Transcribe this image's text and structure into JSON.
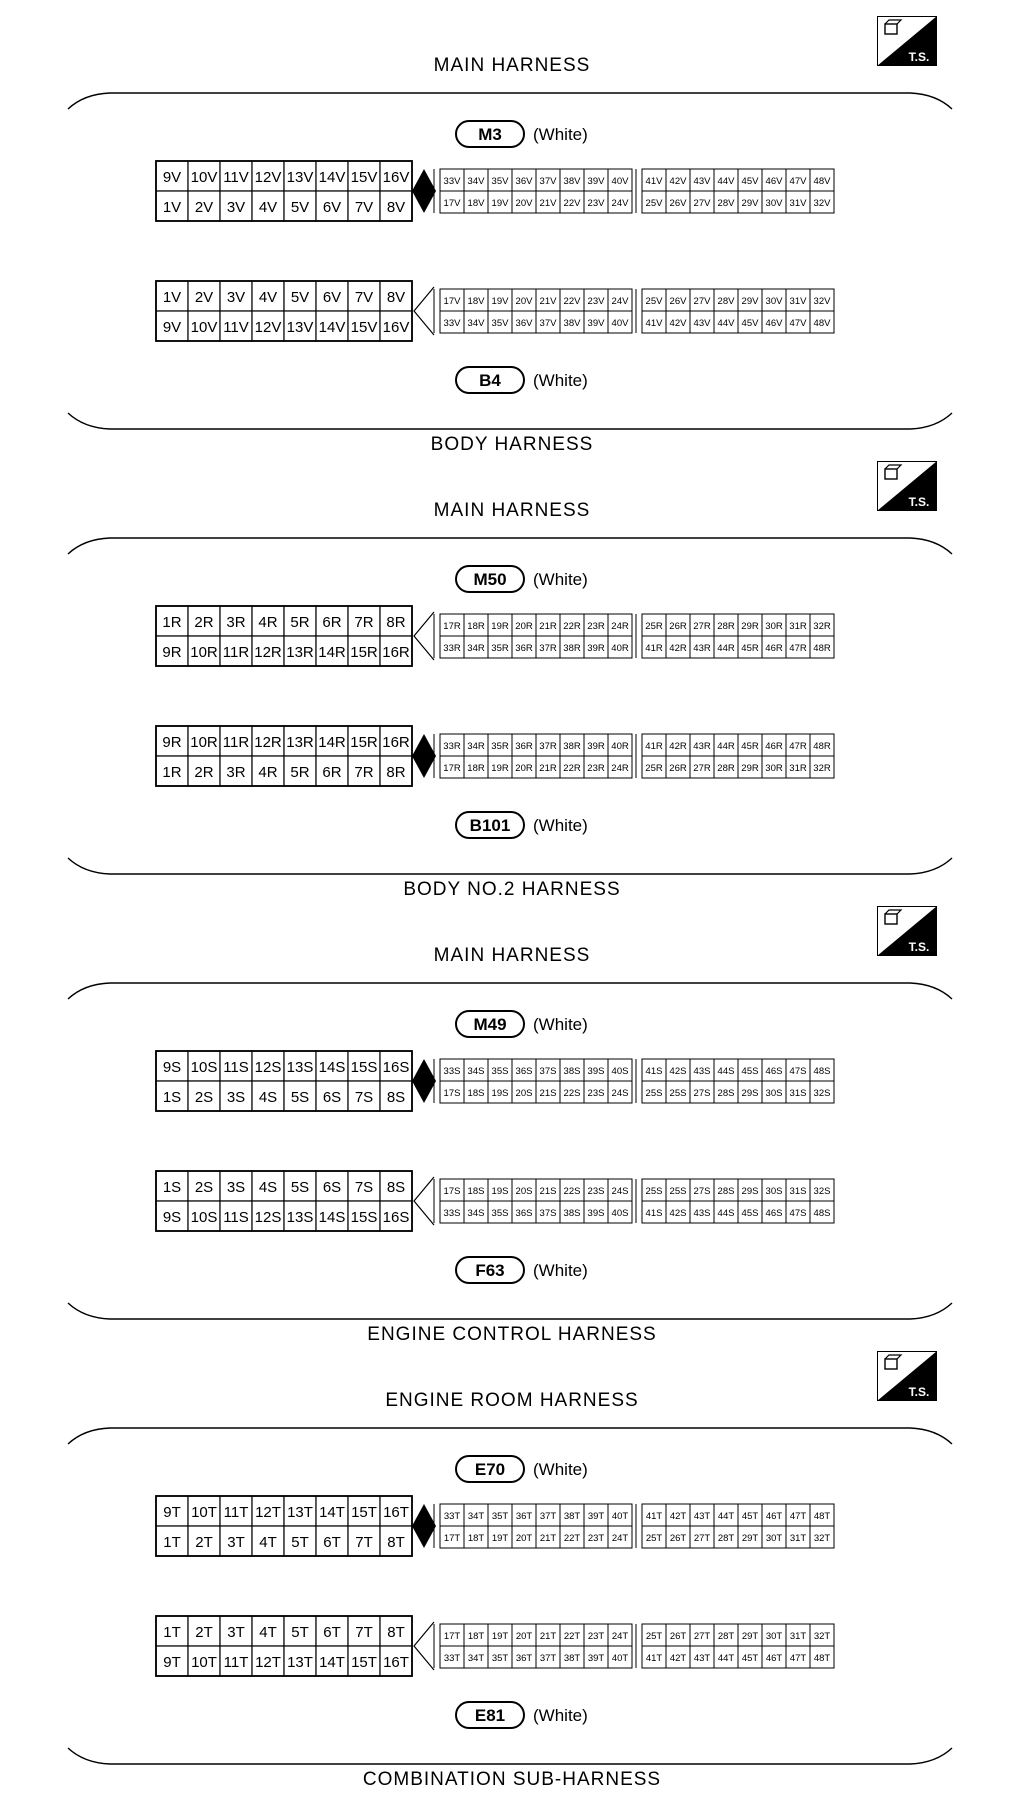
{
  "ts_badge": "T.S.",
  "sections": [
    {
      "top_harness": "MAIN HARNESS",
      "bottom_harness": "BODY HARNESS",
      "bottom_label_below": true,
      "upper": {
        "connector": "M3",
        "color": "(White)",
        "arrow": "solid",
        "label_above": true
      },
      "lower": {
        "connector": "B4",
        "color": "(White)",
        "arrow": "hollow",
        "label_above": false
      },
      "upper_rows": [
        [
          "9V",
          "10V",
          "11V",
          "12V",
          "13V",
          "14V",
          "15V",
          "16V"
        ],
        [
          "1V",
          "2V",
          "3V",
          "4V",
          "5V",
          "6V",
          "7V",
          "8V"
        ]
      ],
      "upper_small": [
        [
          "33V",
          "34V",
          "35V",
          "36V",
          "37V",
          "38V",
          "39V",
          "40V",
          "41V",
          "42V",
          "43V",
          "44V",
          "45V",
          "46V",
          "47V",
          "48V"
        ],
        [
          "17V",
          "18V",
          "19V",
          "20V",
          "21V",
          "22V",
          "23V",
          "24V",
          "25V",
          "26V",
          "27V",
          "28V",
          "29V",
          "30V",
          "31V",
          "32V"
        ]
      ],
      "lower_rows": [
        [
          "1V",
          "2V",
          "3V",
          "4V",
          "5V",
          "6V",
          "7V",
          "8V"
        ],
        [
          "9V",
          "10V",
          "11V",
          "12V",
          "13V",
          "14V",
          "15V",
          "16V"
        ]
      ],
      "lower_small": [
        [
          "17V",
          "18V",
          "19V",
          "20V",
          "21V",
          "22V",
          "23V",
          "24V",
          "25V",
          "26V",
          "27V",
          "28V",
          "29V",
          "30V",
          "31V",
          "32V"
        ],
        [
          "33V",
          "34V",
          "35V",
          "36V",
          "37V",
          "38V",
          "39V",
          "40V",
          "41V",
          "42V",
          "43V",
          "44V",
          "45V",
          "46V",
          "47V",
          "48V"
        ]
      ]
    },
    {
      "top_harness": "MAIN HARNESS",
      "bottom_harness": "BODY NO.2 HARNESS",
      "upper": {
        "connector": "M50",
        "color": "(White)",
        "arrow": "hollow",
        "label_above": true
      },
      "lower": {
        "connector": "B101",
        "color": "(White)",
        "arrow": "solid",
        "label_above": false
      },
      "upper_rows": [
        [
          "1R",
          "2R",
          "3R",
          "4R",
          "5R",
          "6R",
          "7R",
          "8R"
        ],
        [
          "9R",
          "10R",
          "11R",
          "12R",
          "13R",
          "14R",
          "15R",
          "16R"
        ]
      ],
      "upper_small": [
        [
          "17R",
          "18R",
          "19R",
          "20R",
          "21R",
          "22R",
          "23R",
          "24R",
          "25R",
          "26R",
          "27R",
          "28R",
          "29R",
          "30R",
          "31R",
          "32R"
        ],
        [
          "33R",
          "34R",
          "35R",
          "36R",
          "37R",
          "38R",
          "39R",
          "40R",
          "41R",
          "42R",
          "43R",
          "44R",
          "45R",
          "46R",
          "47R",
          "48R"
        ]
      ],
      "lower_rows": [
        [
          "9R",
          "10R",
          "11R",
          "12R",
          "13R",
          "14R",
          "15R",
          "16R"
        ],
        [
          "1R",
          "2R",
          "3R",
          "4R",
          "5R",
          "6R",
          "7R",
          "8R"
        ]
      ],
      "lower_small": [
        [
          "33R",
          "34R",
          "35R",
          "36R",
          "37R",
          "38R",
          "39R",
          "40R",
          "41R",
          "42R",
          "43R",
          "44R",
          "45R",
          "46R",
          "47R",
          "48R"
        ],
        [
          "17R",
          "18R",
          "19R",
          "20R",
          "21R",
          "22R",
          "23R",
          "24R",
          "25R",
          "26R",
          "27R",
          "28R",
          "29R",
          "30R",
          "31R",
          "32R"
        ]
      ]
    },
    {
      "top_harness": "MAIN HARNESS",
      "bottom_harness": "ENGINE CONTROL HARNESS",
      "upper": {
        "connector": "M49",
        "color": "(White)",
        "arrow": "solid",
        "label_above": true
      },
      "lower": {
        "connector": "F63",
        "color": "(White)",
        "arrow": "hollow",
        "label_above": false
      },
      "upper_rows": [
        [
          "9S",
          "10S",
          "11S",
          "12S",
          "13S",
          "14S",
          "15S",
          "16S"
        ],
        [
          "1S",
          "2S",
          "3S",
          "4S",
          "5S",
          "6S",
          "7S",
          "8S"
        ]
      ],
      "upper_small": [
        [
          "33S",
          "34S",
          "35S",
          "36S",
          "37S",
          "38S",
          "39S",
          "40S",
          "41S",
          "42S",
          "43S",
          "44S",
          "45S",
          "46S",
          "47S",
          "48S"
        ],
        [
          "17S",
          "18S",
          "19S",
          "20S",
          "21S",
          "22S",
          "23S",
          "24S",
          "25S",
          "25S",
          "27S",
          "28S",
          "29S",
          "30S",
          "31S",
          "32S"
        ]
      ],
      "lower_rows": [
        [
          "1S",
          "2S",
          "3S",
          "4S",
          "5S",
          "6S",
          "7S",
          "8S"
        ],
        [
          "9S",
          "10S",
          "11S",
          "12S",
          "13S",
          "14S",
          "15S",
          "16S"
        ]
      ],
      "lower_small": [
        [
          "17S",
          "18S",
          "19S",
          "20S",
          "21S",
          "22S",
          "23S",
          "24S",
          "25S",
          "25S",
          "27S",
          "28S",
          "29S",
          "30S",
          "31S",
          "32S"
        ],
        [
          "33S",
          "34S",
          "35S",
          "36S",
          "37S",
          "38S",
          "39S",
          "40S",
          "41S",
          "42S",
          "43S",
          "44S",
          "45S",
          "46S",
          "47S",
          "48S"
        ]
      ]
    },
    {
      "top_harness": "ENGINE ROOM HARNESS",
      "bottom_harness": "COMBINATION SUB-HARNESS",
      "upper": {
        "connector": "E70",
        "color": "(White)",
        "arrow": "solid",
        "label_above": true
      },
      "lower": {
        "connector": "E81",
        "color": "(White)",
        "arrow": "hollow",
        "label_above": false
      },
      "upper_rows": [
        [
          "9T",
          "10T",
          "11T",
          "12T",
          "13T",
          "14T",
          "15T",
          "16T"
        ],
        [
          "1T",
          "2T",
          "3T",
          "4T",
          "5T",
          "6T",
          "7T",
          "8T"
        ]
      ],
      "upper_small": [
        [
          "33T",
          "34T",
          "35T",
          "36T",
          "37T",
          "38T",
          "39T",
          "40T",
          "41T",
          "42T",
          "43T",
          "44T",
          "45T",
          "46T",
          "47T",
          "48T"
        ],
        [
          "17T",
          "18T",
          "19T",
          "20T",
          "21T",
          "22T",
          "23T",
          "24T",
          "25T",
          "26T",
          "27T",
          "28T",
          "29T",
          "30T",
          "31T",
          "32T"
        ]
      ],
      "lower_rows": [
        [
          "1T",
          "2T",
          "3T",
          "4T",
          "5T",
          "6T",
          "7T",
          "8T"
        ],
        [
          "9T",
          "10T",
          "11T",
          "12T",
          "13T",
          "14T",
          "15T",
          "16T"
        ]
      ],
      "lower_small": [
        [
          "17T",
          "18T",
          "19T",
          "20T",
          "21T",
          "22T",
          "23T",
          "24T",
          "25T",
          "26T",
          "27T",
          "28T",
          "29T",
          "30T",
          "31T",
          "32T"
        ],
        [
          "33T",
          "34T",
          "35T",
          "36T",
          "37T",
          "38T",
          "39T",
          "40T",
          "41T",
          "42T",
          "43T",
          "44T",
          "45T",
          "46T",
          "47T",
          "48T"
        ]
      ]
    }
  ]
}
